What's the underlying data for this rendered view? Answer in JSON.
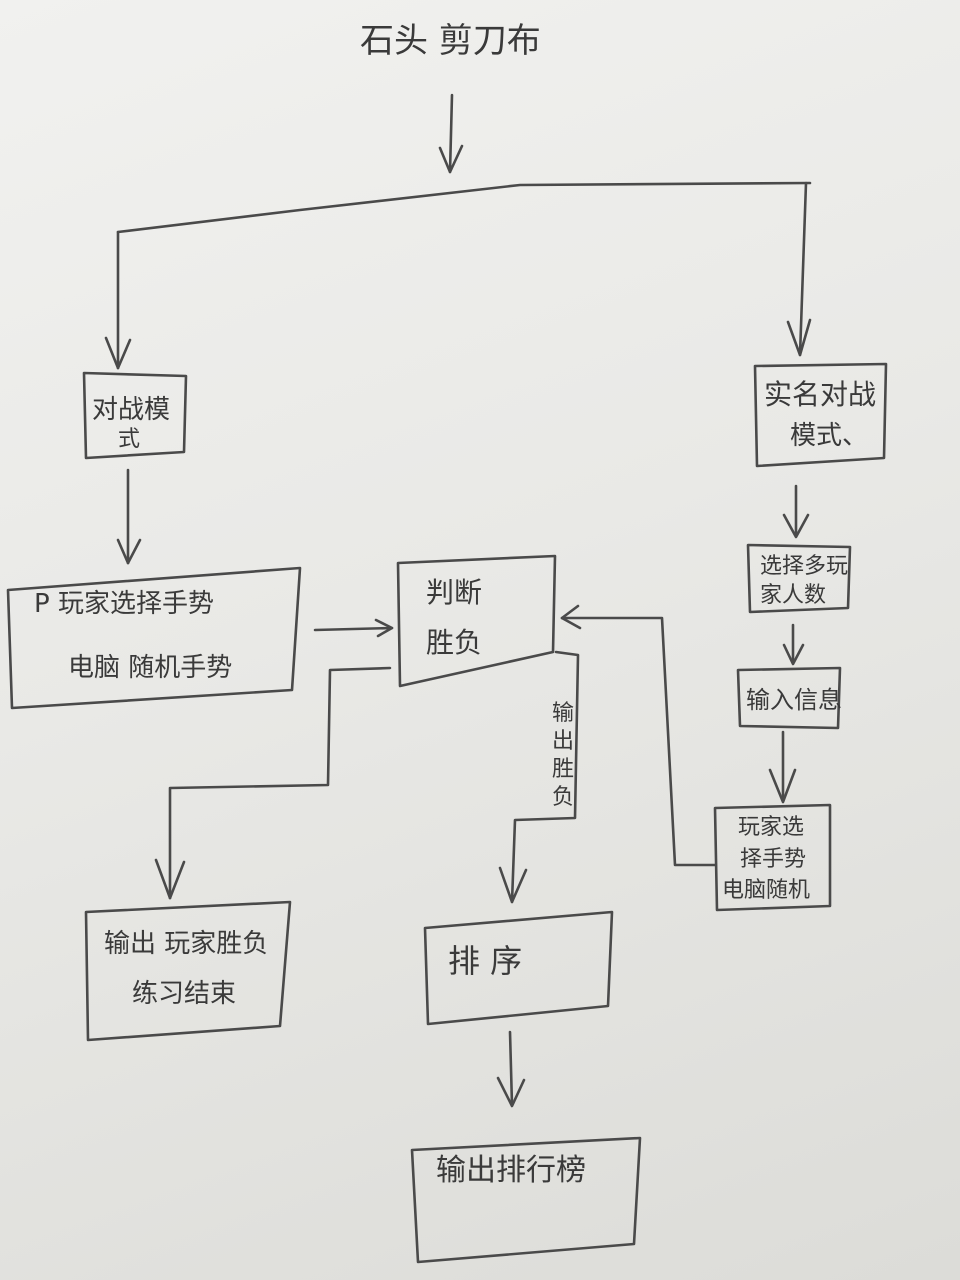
{
  "title": "石头 剪刀布",
  "nodes": {
    "battle_mode": [
      "对战模",
      "式"
    ],
    "realname_mode": [
      "实名对战",
      "模式、"
    ],
    "player_choose": [
      "P 玩家选择手势",
      "电脑 随机手势"
    ],
    "judge": [
      "判断",
      "胜负"
    ],
    "choose_count": [
      "选择多玩",
      "家人数"
    ],
    "input_info": [
      "输入信息"
    ],
    "player_choose_2": [
      "玩家选",
      "择手势",
      "电脑随机"
    ],
    "output_result": [
      "输出 玩家胜负",
      "练习结束"
    ],
    "sort": [
      "排 序"
    ],
    "output_rank": [
      "输出排行榜"
    ]
  },
  "edge_labels": {
    "output_win_loss": [
      "输",
      "出",
      "胜",
      "负"
    ]
  },
  "colors": {
    "ink": "#3a3a3a",
    "paper": "#ececea"
  }
}
